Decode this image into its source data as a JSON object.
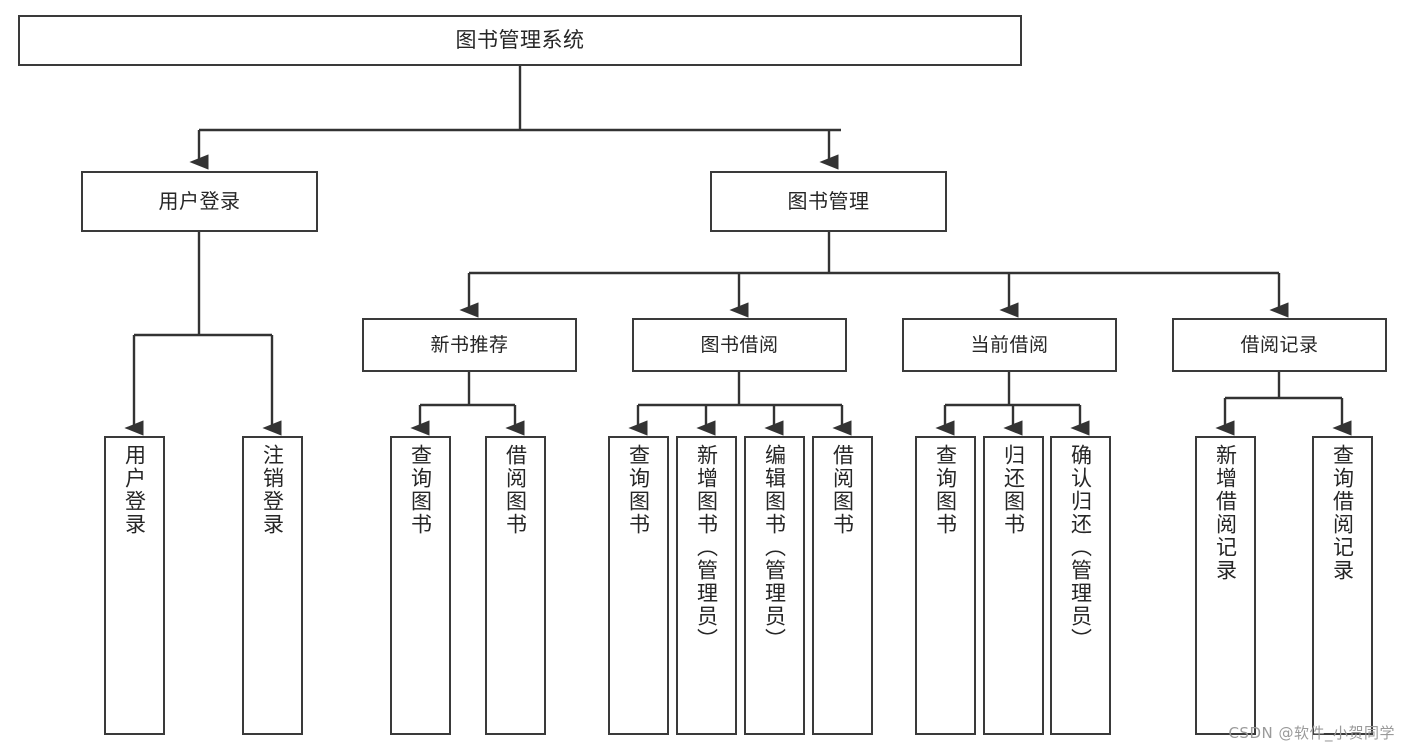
{
  "diagram": {
    "title": "图书管理系统",
    "type": "function-hierarchy-tree",
    "root": {
      "label": "图书管理系统"
    },
    "level2": [
      {
        "label": "用户登录"
      },
      {
        "label": "图书管理"
      }
    ],
    "level3": [
      {
        "label": "新书推荐"
      },
      {
        "label": "图书借阅"
      },
      {
        "label": "当前借阅"
      },
      {
        "label": "借阅记录"
      }
    ],
    "leaves": {
      "user_login": [
        {
          "label": "用户登录"
        },
        {
          "label": "注销登录"
        }
      ],
      "new_book": [
        {
          "label": "查询图书"
        },
        {
          "label": "借阅图书"
        }
      ],
      "book_borrow": [
        {
          "label": "查询图书"
        },
        {
          "label": "新增图书（管理员）"
        },
        {
          "label": "编辑图书（管理员）"
        },
        {
          "label": "借阅图书"
        }
      ],
      "current_borrow": [
        {
          "label": "查询图书"
        },
        {
          "label": "归还图书"
        },
        {
          "label": "确认归还（管理员）"
        }
      ],
      "borrow_record": [
        {
          "label": "新增借阅记录"
        },
        {
          "label": "查询借阅记录"
        }
      ]
    }
  },
  "watermark": {
    "text": "CSDN @软件_小贺同学"
  },
  "colors": {
    "node_border": "#3a3a3a",
    "node_fill": "#ffffff",
    "connector": "#333333",
    "text": "#262626",
    "watermark": "#9a9a9a"
  }
}
